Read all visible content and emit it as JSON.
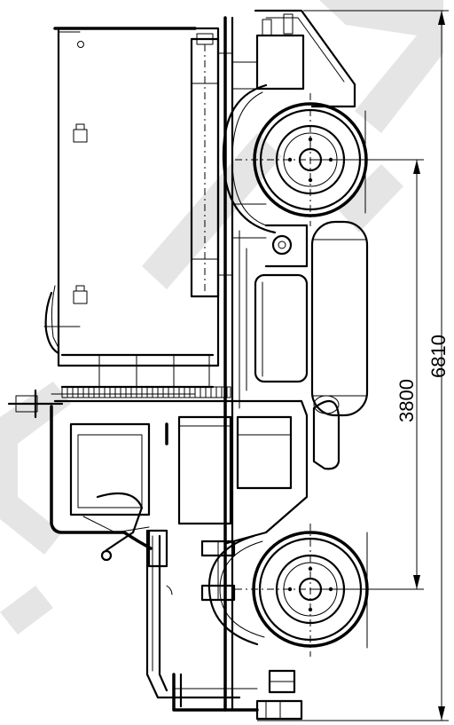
{
  "figure": {
    "dimension_wheelbase": "3800",
    "dimension_overall_length": "6810"
  },
  "watermark": {
    "text": "SERK",
    "color": "#d0d0d0"
  },
  "colors": {
    "ink": "#000000",
    "background": "#ffffff"
  }
}
